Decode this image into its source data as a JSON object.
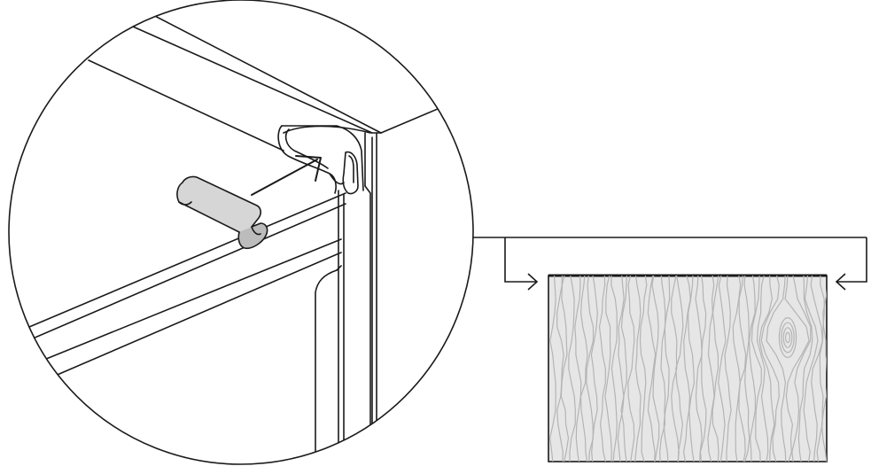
{
  "diagram": {
    "colors": {
      "line": "#1a1a1a",
      "background": "#ffffff",
      "clip_fill": "#d6d6d6",
      "clip_shade": "#bcbcbc",
      "wood_fill": "#e6e6e6",
      "wood_grain": "#b4b4b4"
    },
    "parts": [
      {
        "name": "magnified-view-circle"
      },
      {
        "name": "cabinet-frame-corner"
      },
      {
        "name": "mounting-clip"
      },
      {
        "name": "insert-direction-arrow"
      },
      {
        "name": "wood-panel"
      },
      {
        "name": "panel-bracket-arrows"
      }
    ]
  }
}
